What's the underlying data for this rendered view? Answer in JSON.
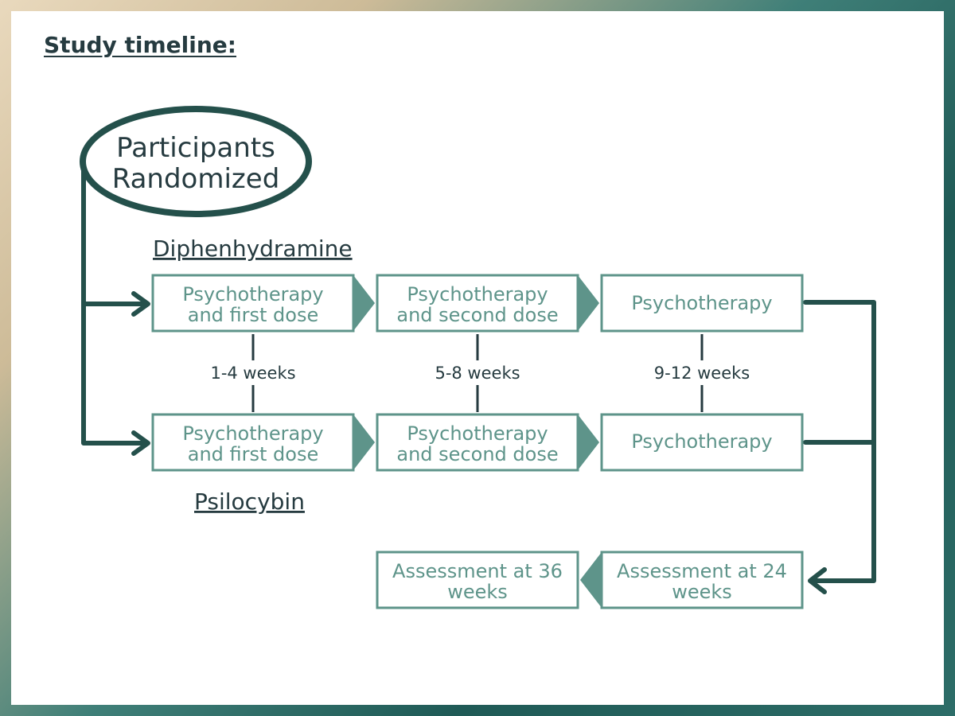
{
  "title": "Study timeline:",
  "oval": {
    "line1": "Participants",
    "line2": "Randomized"
  },
  "arms": {
    "top": "Diphenhydramine",
    "bottom": "Psilocybin"
  },
  "top_row": [
    {
      "line1": "Psychotherapy",
      "line2": "and first dose"
    },
    {
      "line1": "Psychotherapy",
      "line2": "and second dose"
    },
    {
      "line1": "Psychotherapy",
      "line2": ""
    }
  ],
  "bottom_row": [
    {
      "line1": "Psychotherapy",
      "line2": "and first dose"
    },
    {
      "line1": "Psychotherapy",
      "line2": "and second dose"
    },
    {
      "line1": "Psychotherapy",
      "line2": ""
    }
  ],
  "weeks": [
    "1-4 weeks",
    "5-8 weeks",
    "9-12 weeks"
  ],
  "assessments": [
    {
      "line1": "Assessment at 36",
      "line2": "weeks"
    },
    {
      "line1": "Assessment at 24",
      "line2": "weeks"
    }
  ],
  "colors": {
    "dark": "#24504b",
    "teal": "#5e948a",
    "text": "#263b40"
  }
}
